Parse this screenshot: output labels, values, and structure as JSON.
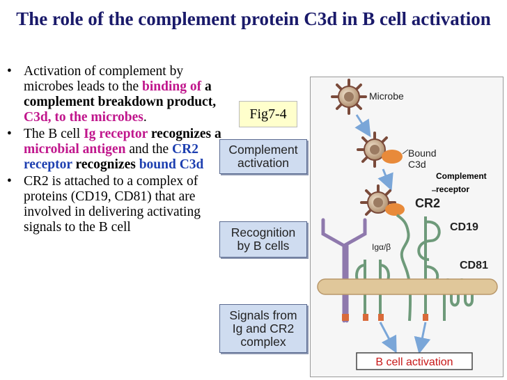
{
  "title": "The role of the complement protein C3d in B cell activation",
  "bullets": [
    {
      "parts": [
        {
          "text": "Activation of complement by microbes leads to the ",
          "style": "normal"
        },
        {
          "text": "binding of",
          "style": "magenta"
        },
        {
          "text": " a complement breakdown product, ",
          "style": "bold"
        },
        {
          "text": "C3d, to the microbes",
          "style": "magenta"
        },
        {
          "text": ".",
          "style": "normal"
        }
      ]
    },
    {
      "parts": [
        {
          "text": "The B cell ",
          "style": "normal"
        },
        {
          "text": "Ig receptor",
          "style": "magenta"
        },
        {
          "text": " recognizes a ",
          "style": "bold"
        },
        {
          "text": "microbial antigen",
          "style": "magenta"
        },
        {
          "text": " and the ",
          "style": "normal"
        },
        {
          "text": "CR2 receptor",
          "style": "blue"
        },
        {
          "text": " recognizes ",
          "style": "bold"
        },
        {
          "text": "bound C3d",
          "style": "blue"
        }
      ]
    },
    {
      "parts": [
        {
          "text": "CR2 is attached to a complex of proteins (CD19, CD81) that are involved in delivering activating signals to the B cell",
          "style": "normal"
        }
      ]
    }
  ],
  "fig_label": "Fig7-4",
  "steps": [
    {
      "line1": "Complement",
      "line2": "activation"
    },
    {
      "line1": "Recognition",
      "line2": "by B cells"
    },
    {
      "line1": "Signals from",
      "line2": "Ig and CR2",
      "line3": "complex"
    }
  ],
  "diagram": {
    "microbe": "Microbe",
    "bound_c3d_1": "Bound",
    "bound_c3d_2": "C3d",
    "complement_receptor_1": "Complement",
    "complement_receptor_2": "receptor",
    "cr2": "CR2",
    "iga_b": "Igα/β",
    "cd19": "CD19",
    "cd81": "CD81",
    "b_cell_activation": "B cell activation"
  },
  "colors": {
    "title": "#1a1a6a",
    "magenta": "#c0168c",
    "blue": "#1d3fb0",
    "step_box": "#cfdcf0",
    "membrane": "#e0c79a",
    "ig_receptor": "#8f79ad",
    "cr2_complex": "#6e9a7a",
    "c3d": "#e88a3a",
    "arrow": "#7aa6d8"
  }
}
